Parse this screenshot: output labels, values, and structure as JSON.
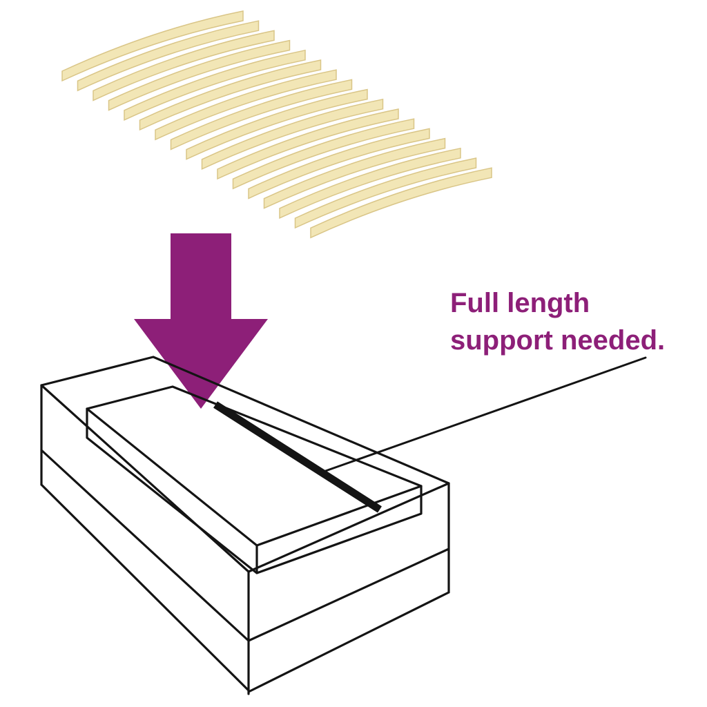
{
  "caption": {
    "line1": "Full length",
    "line2": "support needed."
  },
  "colors": {
    "background": "#ffffff",
    "arrow": "#8d1f78",
    "text": "#8d1f78",
    "slat_fill": "#f2e6b6",
    "slat_edge": "#d9c587",
    "outline": "#141414"
  },
  "illustration": {
    "slat_count": 17,
    "subject": "slatted-bed-base-into-frame"
  }
}
